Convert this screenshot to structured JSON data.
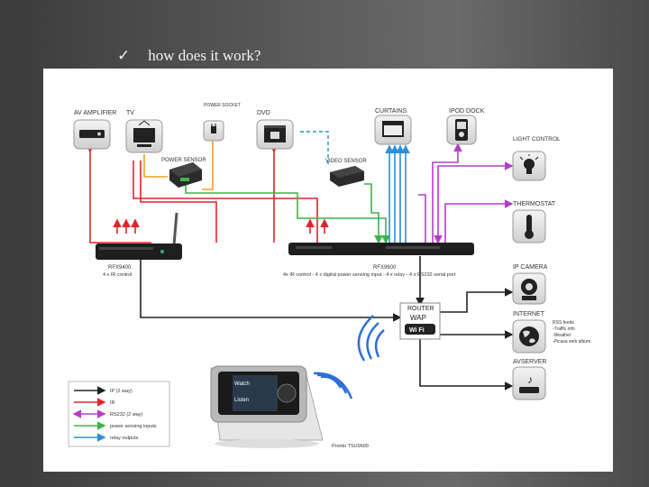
{
  "slide": {
    "bullet_check": "✓",
    "heading": "how does it work?"
  },
  "diagram": {
    "labels": {
      "av_amplifier": "AV AMPLIFIER",
      "tv": "TV",
      "power_socket": "POWER SOCKET",
      "dvd": "DVD",
      "curtains": "CURTAINS",
      "ipod_dock": "IPOD DOCK",
      "light_control": "LIGHT CONTROL",
      "power_sensor": "POWER SENSOR",
      "video_sensor": "VIDEO SENSOR",
      "thermostat": "THERMOSTAT",
      "ip_camera": "IP CAMERA",
      "internet": "INTERNET",
      "avserver": "AVSERVER",
      "rfx9400_name": "RFX9400",
      "rfx9400_desc": "4 x IR control",
      "rfx9600_name": "RFX9600",
      "rfx9600_desc": "4x IR control - 4 x digital power sensing input - 4 x relay - 4 x RS232 serial port",
      "router": "ROUTER",
      "wap": "WAP",
      "wifi": "Wi Fi",
      "internet_items": [
        "RSS feeds",
        "-Traffic info",
        "-Weather",
        "-Picasa web album"
      ],
      "pronto_caption": "Pronto TSU9600",
      "pronto_watch": "Watch",
      "pronto_listen": "Listen"
    },
    "legend": [
      {
        "label": "IP (2 way)",
        "color": "#222222",
        "arrow": "end"
      },
      {
        "label": "IR",
        "color": "#e0242b",
        "arrow": "end"
      },
      {
        "label": "RS232 (2 way)",
        "color": "#b23ec6",
        "arrow": "both"
      },
      {
        "label": "power sensing inputs",
        "color": "#3db34a",
        "arrow": "end"
      },
      {
        "label": "relay outputs",
        "color": "#2f8fd6",
        "arrow": "end"
      }
    ],
    "colors": {
      "ip": "#222222",
      "ir": "#e0242b",
      "rs232": "#b23ec6",
      "power_sensing": "#3db34a",
      "relay": "#2f8fd6",
      "power_wire": "#f0a020",
      "video_dashed": "#1a9ab8",
      "wifi_waves": "#2f6fd6"
    }
  }
}
